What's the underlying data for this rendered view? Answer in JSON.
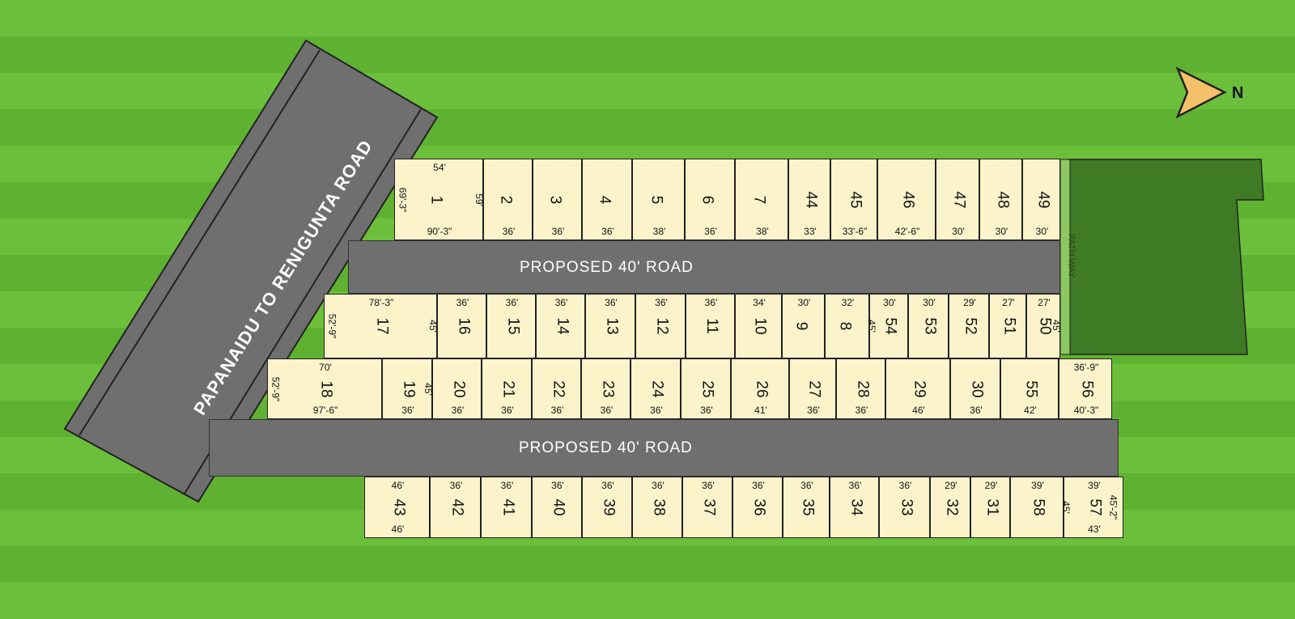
{
  "main_road": {
    "label": "PAPANAIDU TO RENIGUNTA ROAD"
  },
  "inner_roads": [
    {
      "label": "PROPOSED  40'  ROAD"
    },
    {
      "label": "PROPOSED  40'  ROAD"
    }
  ],
  "path_way": {
    "label": "PATH WAY"
  },
  "north": {
    "label": "N",
    "icon": "north-arrow-icon"
  },
  "colors": {
    "grass": "#6cbf3a",
    "plot": "#fcf3cb",
    "road": "#6f6f70",
    "park": "#3f7a25",
    "arrow": "#f4c06a"
  },
  "plots": [
    {
      "num": "1",
      "top": "54'",
      "right": "59'",
      "bottom": "90'-3\"",
      "left": "69'-3\""
    },
    {
      "num": "2",
      "bottom": "36'"
    },
    {
      "num": "3",
      "bottom": "36'"
    },
    {
      "num": "4",
      "bottom": "36'"
    },
    {
      "num": "5",
      "bottom": "38'"
    },
    {
      "num": "6",
      "bottom": "36'"
    },
    {
      "num": "7",
      "bottom": "38'"
    },
    {
      "num": "44",
      "bottom": "33'"
    },
    {
      "num": "45",
      "bottom": "33'-6\""
    },
    {
      "num": "46",
      "bottom": "42'-6\""
    },
    {
      "num": "47",
      "bottom": "30'"
    },
    {
      "num": "48",
      "bottom": "30'"
    },
    {
      "num": "49",
      "bottom": "30'"
    },
    {
      "num": "17",
      "top": "78'-3\"",
      "right": "45'",
      "left": "52'-9\""
    },
    {
      "num": "16",
      "top": "36'"
    },
    {
      "num": "15",
      "top": "36'"
    },
    {
      "num": "14",
      "top": "36'"
    },
    {
      "num": "13",
      "top": "36'"
    },
    {
      "num": "12",
      "top": "36'"
    },
    {
      "num": "11",
      "top": "36'"
    },
    {
      "num": "10",
      "top": "34'"
    },
    {
      "num": "9",
      "top": "30'"
    },
    {
      "num": "8",
      "top": "32'"
    },
    {
      "num": "54",
      "top": "30'",
      "left": "45'"
    },
    {
      "num": "53",
      "top": "30'"
    },
    {
      "num": "52",
      "top": "29'"
    },
    {
      "num": "51",
      "top": "27'"
    },
    {
      "num": "50",
      "top": "27'",
      "right": "45'"
    },
    {
      "num": "18",
      "top": "70'",
      "bottom": "97'-6\"",
      "left": "52'-9\""
    },
    {
      "num": "19",
      "right": "45'",
      "bottom": "36'"
    },
    {
      "num": "20",
      "bottom": "36'"
    },
    {
      "num": "21",
      "bottom": "36'"
    },
    {
      "num": "22",
      "bottom": "36'"
    },
    {
      "num": "23",
      "bottom": "36'"
    },
    {
      "num": "24",
      "bottom": "36'"
    },
    {
      "num": "25",
      "bottom": "36'"
    },
    {
      "num": "26",
      "bottom": "41'"
    },
    {
      "num": "27",
      "bottom": "36'"
    },
    {
      "num": "28",
      "bottom": "36'"
    },
    {
      "num": "29",
      "bottom": "46'"
    },
    {
      "num": "30",
      "bottom": "36'"
    },
    {
      "num": "55",
      "bottom": "42'"
    },
    {
      "num": "56",
      "top": "36'-9\"",
      "bottom": "40'-3\""
    },
    {
      "num": "43",
      "top": "46'",
      "bottom": "46'"
    },
    {
      "num": "42",
      "top": "36'"
    },
    {
      "num": "41",
      "top": "36'"
    },
    {
      "num": "40",
      "top": "36'"
    },
    {
      "num": "39",
      "top": "36'"
    },
    {
      "num": "38",
      "top": "36'"
    },
    {
      "num": "37",
      "top": "36'"
    },
    {
      "num": "36",
      "top": "36'"
    },
    {
      "num": "35",
      "top": "36'"
    },
    {
      "num": "34",
      "top": "36'"
    },
    {
      "num": "33",
      "top": "36'"
    },
    {
      "num": "32",
      "top": "29'"
    },
    {
      "num": "31",
      "top": "29'"
    },
    {
      "num": "58",
      "top": "39'"
    },
    {
      "num": "57",
      "top": "39'",
      "right": "45'-2\"",
      "bottom": "43'",
      "left": "45'"
    }
  ]
}
